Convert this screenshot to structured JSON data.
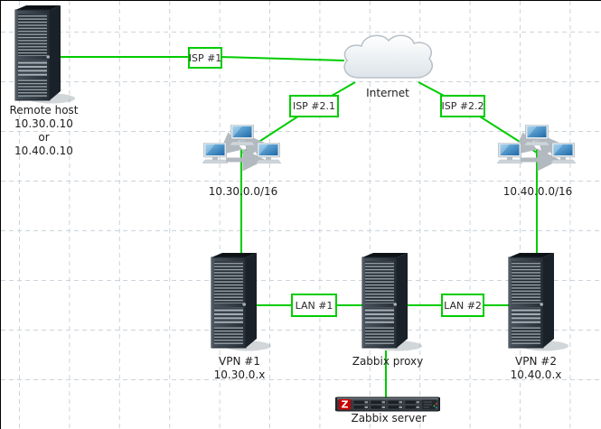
{
  "diagram": {
    "nodes": {
      "remote_host": {
        "lines": [
          "Remote host",
          "10.30.0.10",
          "or",
          "10.40.0.10"
        ]
      },
      "internet": {
        "label": "Internet"
      },
      "network_30": {
        "label": "10.30.0.0/16"
      },
      "network_40": {
        "label": "10.40.0.0/16"
      },
      "vpn_1": {
        "label": "VPN #1",
        "sublabel": "10.30.0.x"
      },
      "zabbix_proxy": {
        "label": "Zabbix proxy"
      },
      "vpn_2": {
        "label": "VPN #2",
        "sublabel": "10.40.0.x"
      },
      "zabbix_server": {
        "label": "Zabbix server",
        "logo_letter": "Z"
      }
    },
    "links": {
      "isp_1": {
        "label": "ISP #1"
      },
      "isp_2_1": {
        "label": "ISP #2.1"
      },
      "isp_2_2": {
        "label": "ISP #2.2"
      },
      "lan_1": {
        "label": "LAN #1"
      },
      "lan_2": {
        "label": "LAN #2"
      }
    },
    "colors": {
      "link_green": "#00cc00",
      "grid_line": "#ccd4db",
      "label_text": "#1e1e1e",
      "zabbix_red": "#cc0000",
      "background": "#ffffff"
    },
    "icons": {
      "server_tower": "dark 3D tower server",
      "internet_cloud": "white fluffy cloud",
      "lan_network": "three blue monitors linked by gray arrows",
      "rack_server": "1U rack server with red Z logo"
    }
  }
}
